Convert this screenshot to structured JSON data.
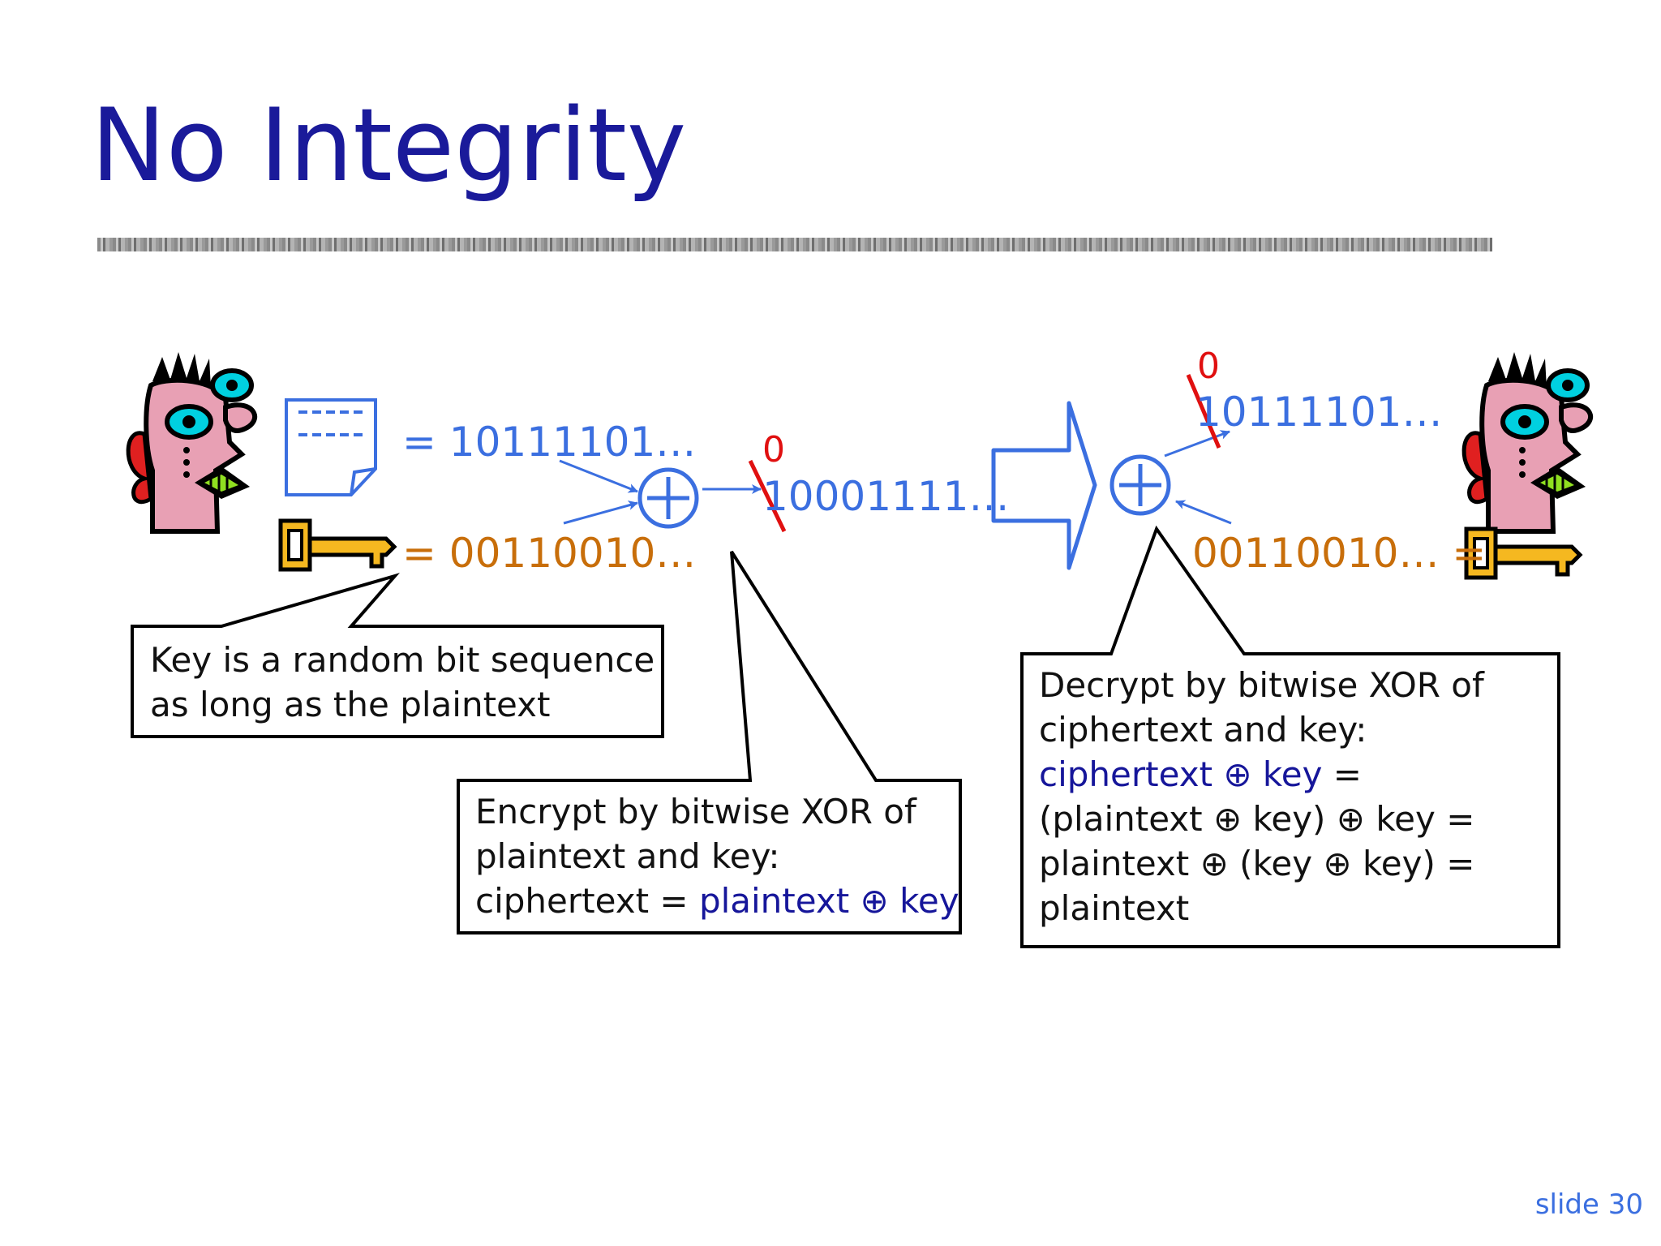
{
  "title": "No Integrity",
  "slide_number": "slide 30",
  "sender": {
    "plaintext_bits": "= 10111101…",
    "key_bits": "= 00110010…"
  },
  "channel": {
    "flipped_bit": "0",
    "ciphertext_bits": "10001111…"
  },
  "receiver": {
    "flipped_bit": "0",
    "decrypted_bits": "10111101…",
    "key_bits": "00110010… ="
  },
  "callouts": {
    "key": {
      "line1": "Key is a random bit sequence",
      "line2": "as long as the plaintext"
    },
    "encrypt": {
      "line1": "Encrypt by bitwise XOR of",
      "line2": "plaintext and key:",
      "line3_prefix": "ciphertext = ",
      "line3_formula": "plaintext ⊕ key"
    },
    "decrypt": {
      "line1": "Decrypt by bitwise XOR of",
      "line2": "ciphertext and key:",
      "line3_formula": "ciphertext ⊕ key",
      "line3_suffix": " =",
      "line4": "(plaintext ⊕ key) ⊕ key =",
      "line5": "plaintext ⊕ (key ⊕ key) =",
      "line6": "plaintext"
    }
  },
  "icons": {
    "sender_face": "alice-face-icon",
    "receiver_face": "bob-face-icon",
    "document": "document-icon",
    "key": "key-icon",
    "xor": "xor-icon",
    "transmit_arrow": "right-arrow-icon"
  },
  "colors": {
    "title": "#1a1a9a",
    "bits_blue": "#3b6fe0",
    "key_orange": "#c86e0a",
    "tamper_red": "#e01010",
    "formula_navy": "#16169a"
  }
}
